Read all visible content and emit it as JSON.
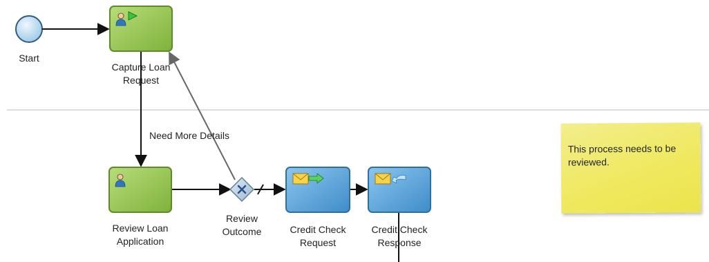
{
  "diagram": {
    "start_event": {
      "label": "Start"
    },
    "tasks": {
      "capture_loan_request": {
        "label_line1": "Capture Loan",
        "label_line2": "Request"
      },
      "review_loan_application": {
        "label_line1": "Review Loan",
        "label_line2": "Application"
      },
      "credit_check_request": {
        "label_line1": "Credit Check",
        "label_line2": "Request"
      },
      "credit_check_response": {
        "label_line1": "Credit Check",
        "label_line2": "Response"
      }
    },
    "gateway": {
      "label_line1": "Review",
      "label_line2": "Outcome"
    },
    "flows": {
      "need_more_details": "Need More Details"
    },
    "annotation": {
      "text": "This process needs to be reviewed."
    }
  },
  "colors": {
    "human_task_fill": "#8fc24a",
    "human_task_border": "#5e8a2a",
    "service_task_fill": "#5fa6dc",
    "service_task_border": "#2e6f9e",
    "gateway_fill": "#b8cfe0",
    "start_event_fill": "#b9d9f0",
    "lane_divider": "#bbbbbb",
    "note_fill": "#efe961"
  },
  "icons": {
    "human_task": "user-icon",
    "initiator": "play-flag-icon",
    "send": "envelope-send-icon",
    "receive": "envelope-receive-icon",
    "gateway": "exclusive-x-icon"
  }
}
